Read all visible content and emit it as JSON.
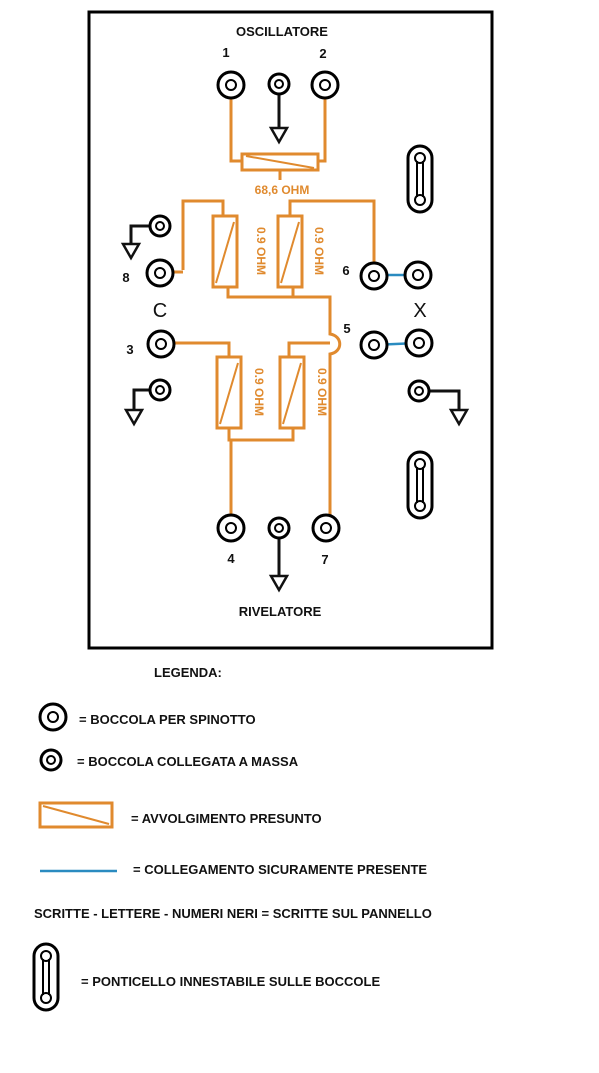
{
  "panel": {
    "title_top": "OSCILLATORE",
    "title_bottom": "RIVELATORE",
    "left_letter": "C",
    "right_letter": "X",
    "resistor_top_label": "68,6 OHM",
    "coil_label": "0.9 OHM",
    "socket_numbers": {
      "n1": "1",
      "n2": "2",
      "n3": "3",
      "n4": "4",
      "n5": "5",
      "n6": "6",
      "n7": "7",
      "n8": "8"
    }
  },
  "legend": {
    "title": "LEGENDA:",
    "items": [
      {
        "symbol": "socket-plug",
        "text": "= BOCCOLA PER SPINOTTO"
      },
      {
        "symbol": "socket-ground",
        "text": "= BOCCOLA COLLEGATA A MASSA"
      },
      {
        "symbol": "winding",
        "text": "= AVVOLGIMENTO PRESUNTO"
      },
      {
        "symbol": "blue-line",
        "text": "= COLLEGAMENTO SICURAMENTE PRESENTE"
      },
      {
        "symbol": "none",
        "text": "SCRITTE  - LETTERE - NUMERI NERI = SCRITTE SUL PANNELLO"
      },
      {
        "symbol": "jumper",
        "text": "= PONTICELLO INNESTABILE SULLE BOCCOLE"
      }
    ]
  },
  "colors": {
    "wire": "#e08a2e",
    "confirmed_link": "#2a8bc0",
    "ink": "#111111"
  }
}
